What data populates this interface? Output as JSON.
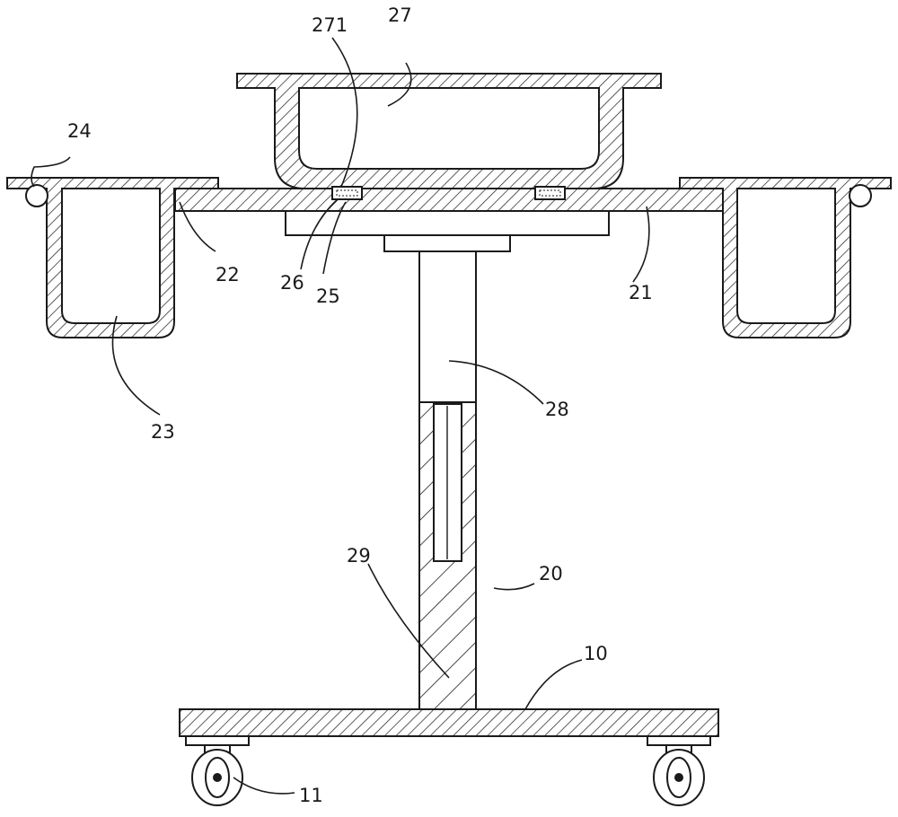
{
  "diagram": {
    "labels": {
      "l271": "271",
      "l27": "27",
      "l24": "24",
      "l22": "22",
      "l26": "26",
      "l25": "25",
      "l21": "21",
      "l23": "23",
      "l28": "28",
      "l29": "29",
      "l20": "20",
      "l10": "10",
      "l11": "11"
    }
  }
}
